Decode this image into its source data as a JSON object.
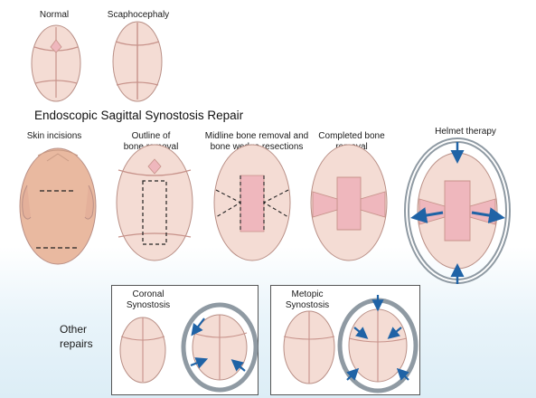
{
  "labels": {
    "normal": "Normal",
    "scaphocephaly": "Scaphocephaly",
    "section_title": "Endoscopic Sagittal Synostosis Repair",
    "skin_incisions": "Skin incisions",
    "outline_1": "Outline of",
    "outline_2": "bone removal",
    "midline_1": "Midline bone removal and",
    "midline_2": "bone wedge resections",
    "completed_1": "Completed bone",
    "completed_2": "removal",
    "helmet": "Helmet therapy",
    "coronal_1": "Coronal",
    "coronal_2": "Synostosis",
    "metopic_1": "Metopic",
    "metopic_2": "Synostosis",
    "other_1": "Other",
    "other_2": "repairs"
  },
  "colors": {
    "bone": "#f4dcd4",
    "bone_edge": "#b98f86",
    "suture": "#c7928a",
    "scalp": "#e9b9a0",
    "removed": "#efb7bd",
    "helmet": "#8f9aa3",
    "arrow": "#1f63a6"
  }
}
